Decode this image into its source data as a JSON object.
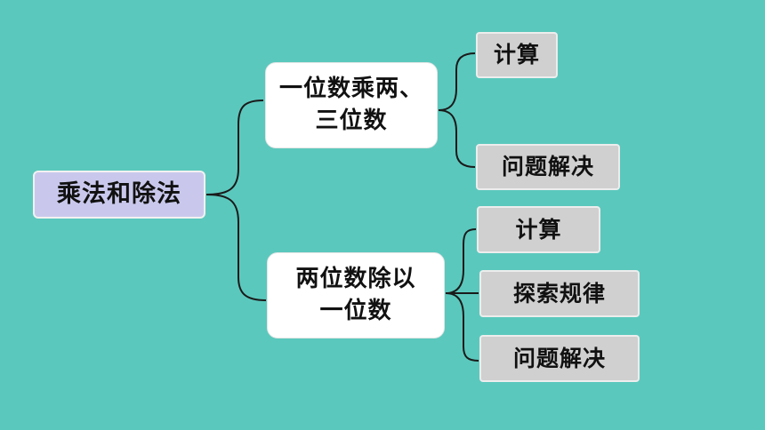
{
  "colors": {
    "background": "#5bc8bd",
    "root_fill": "#c9c8ec",
    "branch_fill": "#ffffff",
    "leaf_fill": "#d0d0d0",
    "connector": "#1a1a1a"
  },
  "root": {
    "label": "乘法和除法"
  },
  "branches": [
    {
      "label_lines": [
        "一位数乘两、",
        "三位数"
      ],
      "children": [
        "计算",
        "问题解决"
      ]
    },
    {
      "label_lines": [
        "两位数除以",
        "一位数"
      ],
      "children": [
        "计算",
        "探索规律",
        "问题解决"
      ]
    }
  ]
}
